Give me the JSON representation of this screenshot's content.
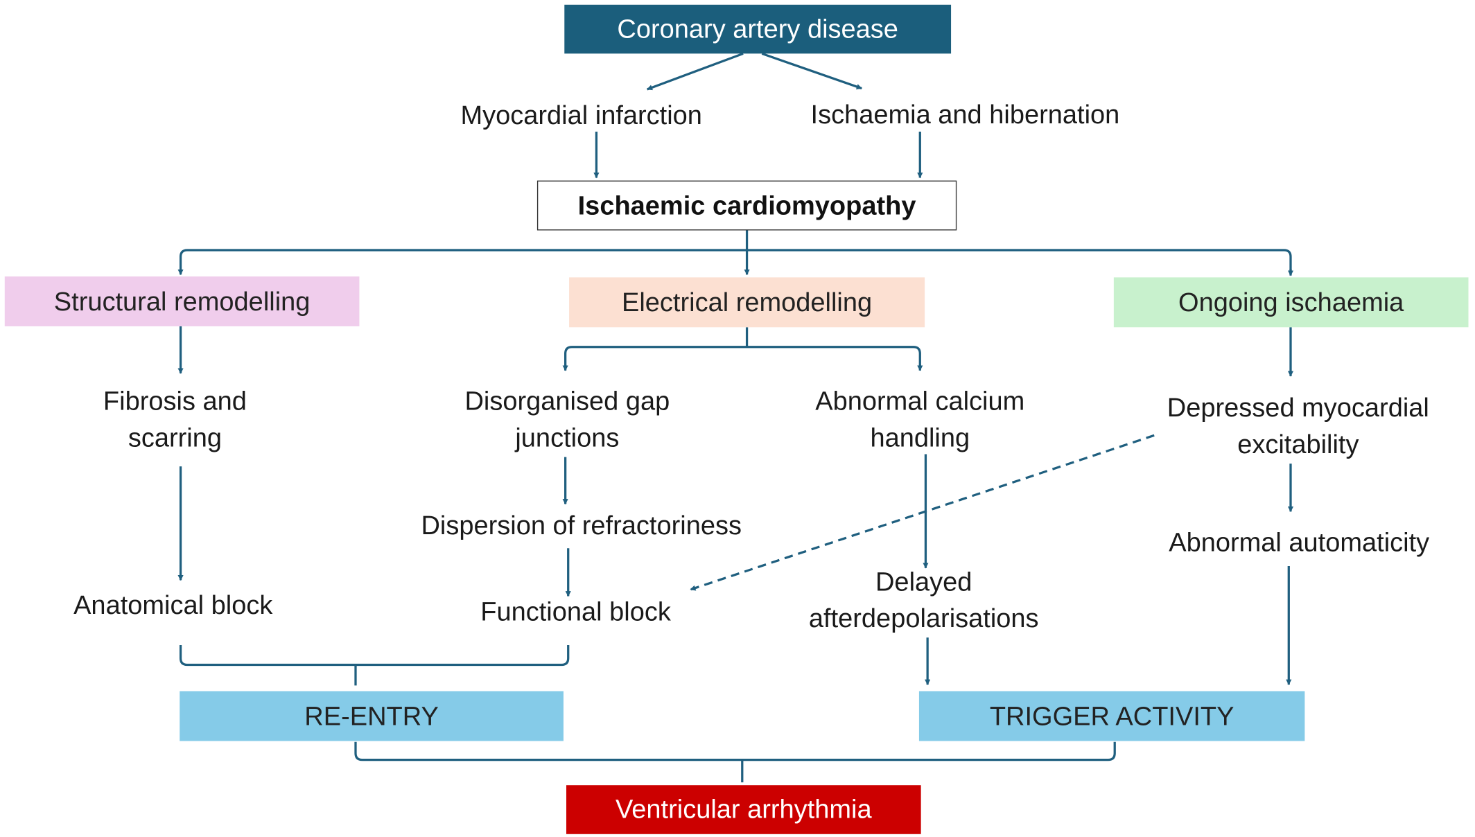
{
  "colors": {
    "connector": "#1f5f7f",
    "top_box": "#1b5e7c",
    "structural_box": "#f0cdec",
    "electrical_box": "#fce0d2",
    "ischaemia_box": "#c8f1cd",
    "mechanism_box": "#85cbe8",
    "outcome_box": "#cc0000"
  },
  "nodes": {
    "coronary_artery_disease": "Coronary artery disease",
    "myocardial_infarction": "Myocardial infarction",
    "ischaemia_and_hibernation": "Ischaemia and hibernation",
    "ischaemic_cardiomyopathy": "Ischaemic cardiomyopathy",
    "structural_remodelling": "Structural remodelling",
    "electrical_remodelling": "Electrical remodelling",
    "ongoing_ischaemia": "Ongoing ischaemia",
    "fibrosis_and_scarring": "Fibrosis and\nscarring",
    "disorganised_gap_junctions": "Disorganised gap\njunctions",
    "abnormal_calcium_handling": "Abnormal calcium\nhandling",
    "depressed_myocardial_excitability": "Depressed myocardial\nexcitability",
    "dispersion_of_refractoriness": "Dispersion of refractoriness",
    "abnormal_automaticity": "Abnormal automaticity",
    "anatomical_block": "Anatomical block",
    "functional_block": "Functional block",
    "delayed_afterdepolarisations": "Delayed\nafterdepolarisations",
    "re_entry": "RE-ENTRY",
    "trigger_activity": "TRIGGER ACTIVITY",
    "ventricular_arrhythmia": "Ventricular arrhythmia"
  }
}
